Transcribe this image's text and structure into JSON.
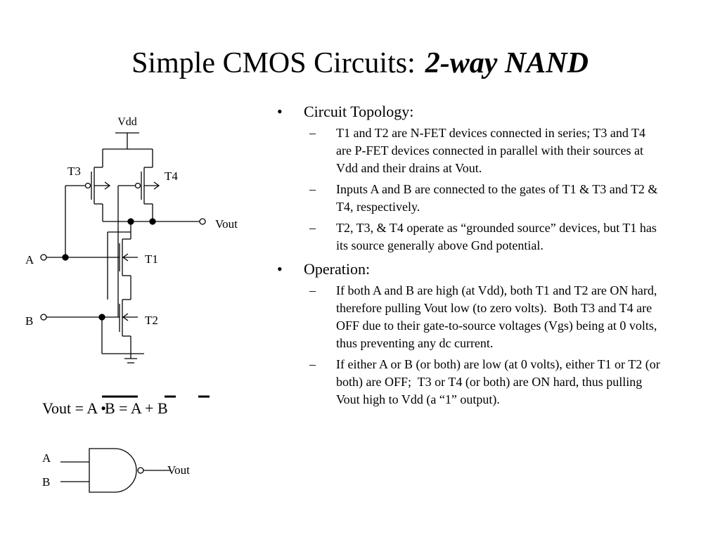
{
  "title": {
    "main": "Simple CMOS Circuits:",
    "emphasis": "2-way NAND"
  },
  "schematic": {
    "vdd_label": "Vdd",
    "t3_label": "T3",
    "t4_label": "T4",
    "t1_label": "T1",
    "t2_label": "T2",
    "vout_label": "Vout",
    "a_label": "A",
    "b_label": "B"
  },
  "equation": {
    "lhs": "Vout = ",
    "term1_a": "A",
    "dot": "•",
    "term1_b": "B",
    "eq2": " = ",
    "term2_a": "A",
    "plus": " + ",
    "term2_b": "B"
  },
  "gate": {
    "a_label": "A",
    "b_label": "B",
    "out_label": "Vout"
  },
  "bullets": {
    "b1": {
      "mark": "•",
      "label": "Circuit Topology:",
      "subs": [
        {
          "mark": "–",
          "text": "T1 and T2 are N-FET devices connected in series; T3 and T4 are P-FET devices connected in parallel with their sources at Vdd and their drains at Vout."
        },
        {
          "mark": "–",
          "text": "Inputs A and B are connected to the gates of T1 & T3 and T2 & T4, respectively."
        },
        {
          "mark": "–",
          "text": "T2, T3, & T4 operate as “grounded source” devices, but T1 has its source generally above Gnd potential."
        }
      ]
    },
    "b2": {
      "mark": "•",
      "label": "Operation:",
      "subs": [
        {
          "mark": "–",
          "text": "If both A and B are high (at Vdd), both T1 and T2 are ON hard, therefore pulling Vout low (to zero volts).  Both T3 and T4 are OFF due to their gate-to-source voltages (Vgs) being at 0 volts, thus preventing any dc current."
        },
        {
          "mark": "–",
          "text": "If either A or B (or both) are low (at 0 volts), either T1 or T2 (or both) are OFF;  T3 or T4 (or both) are ON hard, thus pulling Vout high to Vdd (a “1” output)."
        }
      ]
    }
  }
}
